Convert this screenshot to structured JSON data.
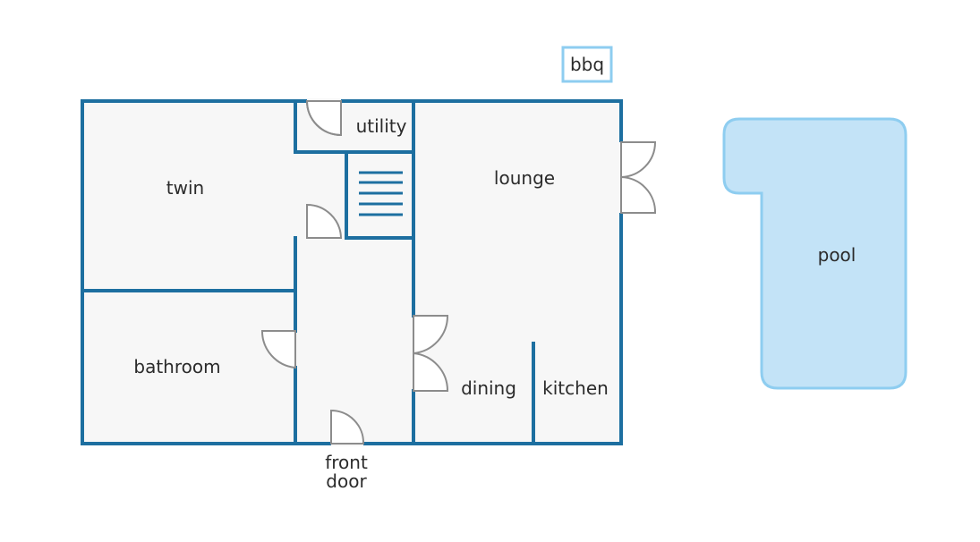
{
  "rooms": {
    "twin": "twin",
    "utility": "utility",
    "lounge": "lounge",
    "bathroom": "bathroom",
    "dining": "dining",
    "kitchen": "kitchen"
  },
  "outdoor": {
    "bbq": "bbq",
    "pool": "pool"
  },
  "entrance": {
    "line1": "front",
    "line2": "door"
  },
  "colors": {
    "wall": "#1d6fa0",
    "floor": "#f7f7f7",
    "pool_fill": "#c3e3f7",
    "pool_stroke": "#8ecdf0",
    "door": "#8c8c8c"
  }
}
